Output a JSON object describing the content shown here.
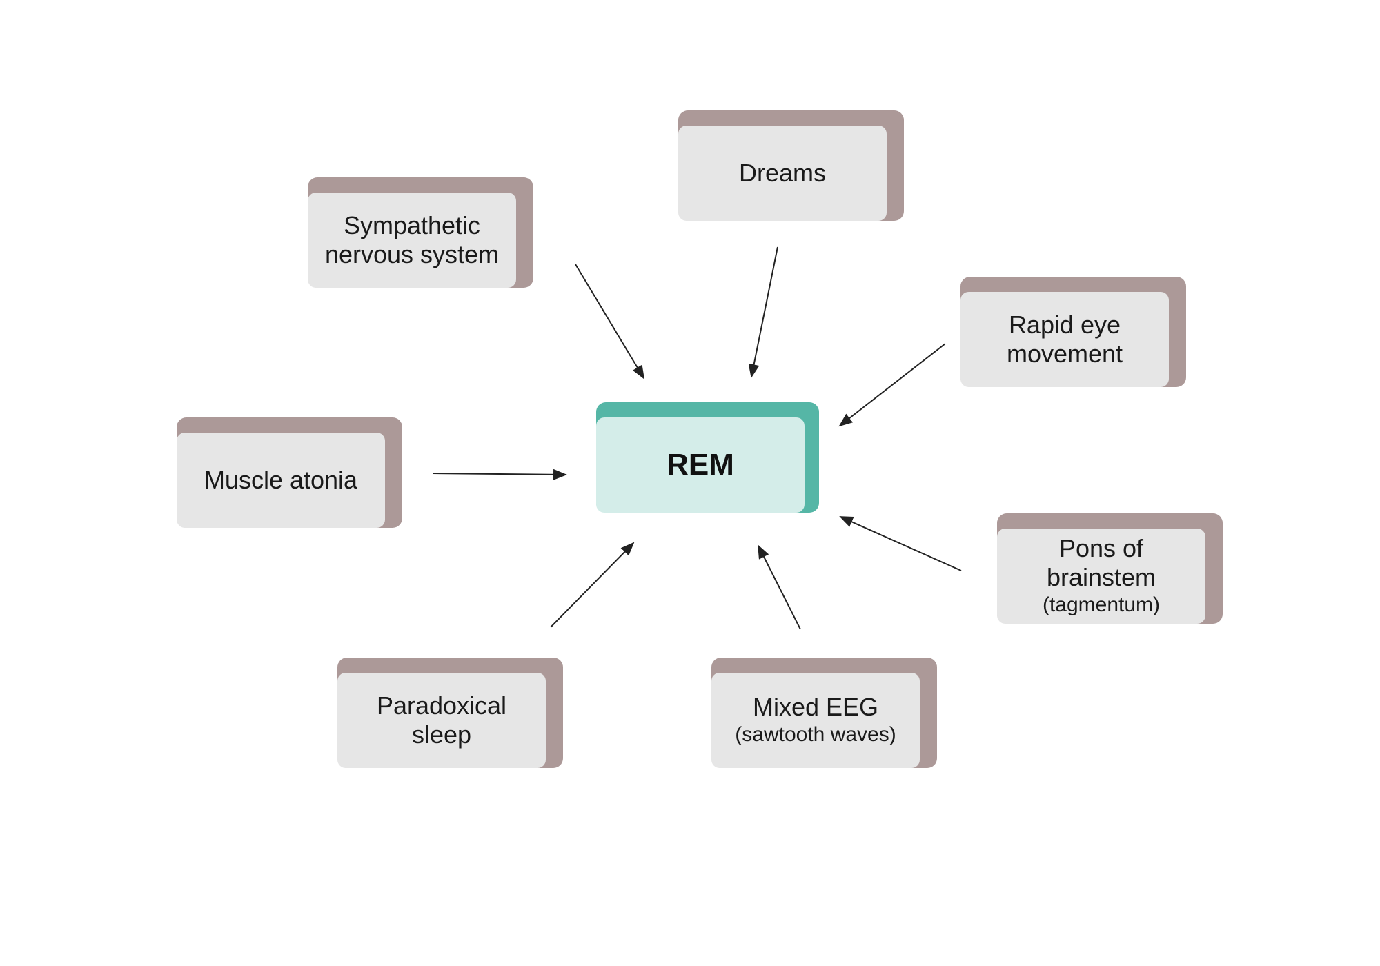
{
  "center": {
    "label": "REM"
  },
  "nodes": {
    "dreams": {
      "lines": [
        "Dreams"
      ]
    },
    "sympathetic": {
      "lines": [
        "Sympathetic",
        "nervous system"
      ]
    },
    "rapid_eye": {
      "lines": [
        "Rapid eye",
        "movement"
      ]
    },
    "muscle_atonia": {
      "lines": [
        "Muscle atonia"
      ]
    },
    "pons": {
      "lines": [
        "Pons of",
        "brainstem"
      ],
      "note": "(tagmentum)"
    },
    "paradoxical": {
      "lines": [
        "Paradoxical",
        "sleep"
      ]
    },
    "mixed_eeg": {
      "lines": [
        "Mixed EEG"
      ],
      "note": "(sawtooth waves)"
    }
  },
  "colors": {
    "node_fill": "#e6e6e6",
    "node_shadow": "#ac9998",
    "center_fill": "#d4ede9",
    "center_shadow": "#55b6a6",
    "arrow": "#222222"
  }
}
